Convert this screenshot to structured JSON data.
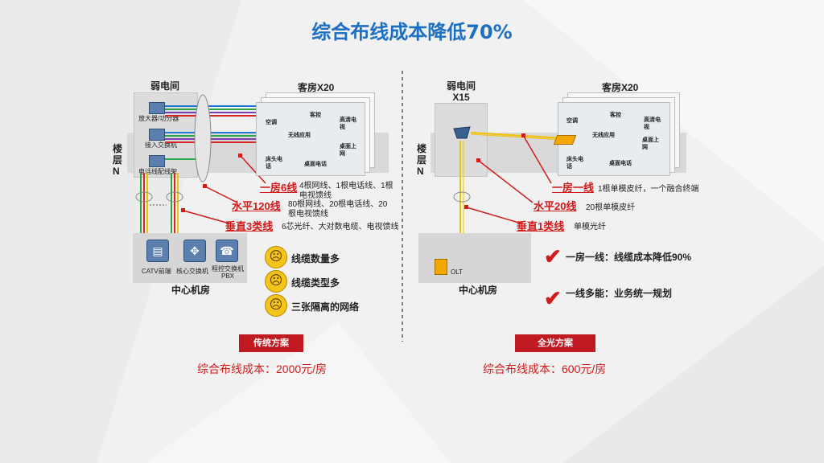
{
  "title": "综合布线成本降低70%",
  "left": {
    "weak_room": "弱电间X15",
    "floor": "楼层N",
    "guest_room": "客房X20",
    "devices": [
      "放大器/功分器",
      "接入交换机",
      "电话线配线架"
    ],
    "room_labels": [
      "空调",
      "客控",
      "高清电视",
      "无线应用",
      "桌面上网",
      "床头电话",
      "桌面电话"
    ],
    "items": [
      {
        "label": "一房6线",
        "desc": "4根网线、1根电话线、1根电视馈线"
      },
      {
        "label": "水平120线",
        "desc": "80根网线、20根电话线、20根电视馈线"
      },
      {
        "label": "垂直3类线",
        "desc": "6芯光纤、大对数电缆、电视馈线"
      }
    ],
    "center_devices": [
      "CATV前端",
      "核心交换机",
      "程控交换机PBX"
    ],
    "center_room": "中心机房",
    "problems": [
      "线缆数量多",
      "线缆类型多",
      "三张隔离的网络"
    ],
    "tag": "传统方案",
    "cost": "综合布线成本：2000元/房"
  },
  "right": {
    "weak_room": "弱电间X15",
    "floor": "楼层N",
    "guest_room": "客房X20",
    "room_labels": [
      "空调",
      "客控",
      "高清电视",
      "无线应用",
      "桌面上网",
      "床头电话",
      "桌面电话"
    ],
    "items": [
      {
        "label": "一房一线",
        "desc": "1根单模皮纤，一个融合终端"
      },
      {
        "label": "水平20线",
        "desc": "20根单模皮纤"
      },
      {
        "label": "垂直1类线",
        "desc": "单模光纤"
      }
    ],
    "olt": "OLT",
    "center_room": "中心机房",
    "benefits": [
      "一房一线：线缆成本降低90%",
      "一线多能：业务统一规划"
    ],
    "tag": "全光方案",
    "cost": "综合布线成本：600元/房"
  },
  "colors": {
    "title": "#1c6fc1",
    "accent_red": "#d11b1b",
    "fiber": "#f2c100"
  }
}
